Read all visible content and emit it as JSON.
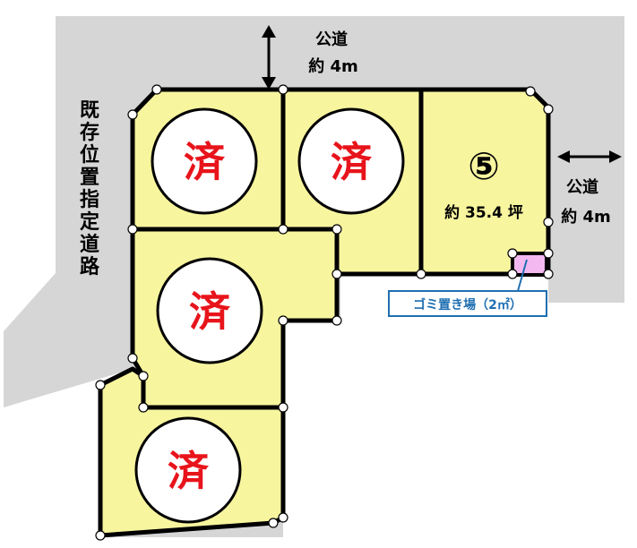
{
  "road_top": {
    "name": "公道",
    "width": "約 4m"
  },
  "road_right": {
    "name": "公道",
    "width": "約 4m"
  },
  "road_left_vertical": [
    "既",
    "存",
    "位",
    "置",
    "指",
    "定",
    "道",
    "路"
  ],
  "sold_mark": "済",
  "plot5": {
    "number": "⑤",
    "area": "約 35.4 坪"
  },
  "garbage_area_label": "ゴミ置き場（2㎡）",
  "colors": {
    "road": "#d6d6d6",
    "lot_fill": "#f8f59f",
    "lot_border": "#000000",
    "sold_text": "#e8141b",
    "garbage_fill": "#f3b8f0",
    "caption_border": "#1f6fb2"
  }
}
